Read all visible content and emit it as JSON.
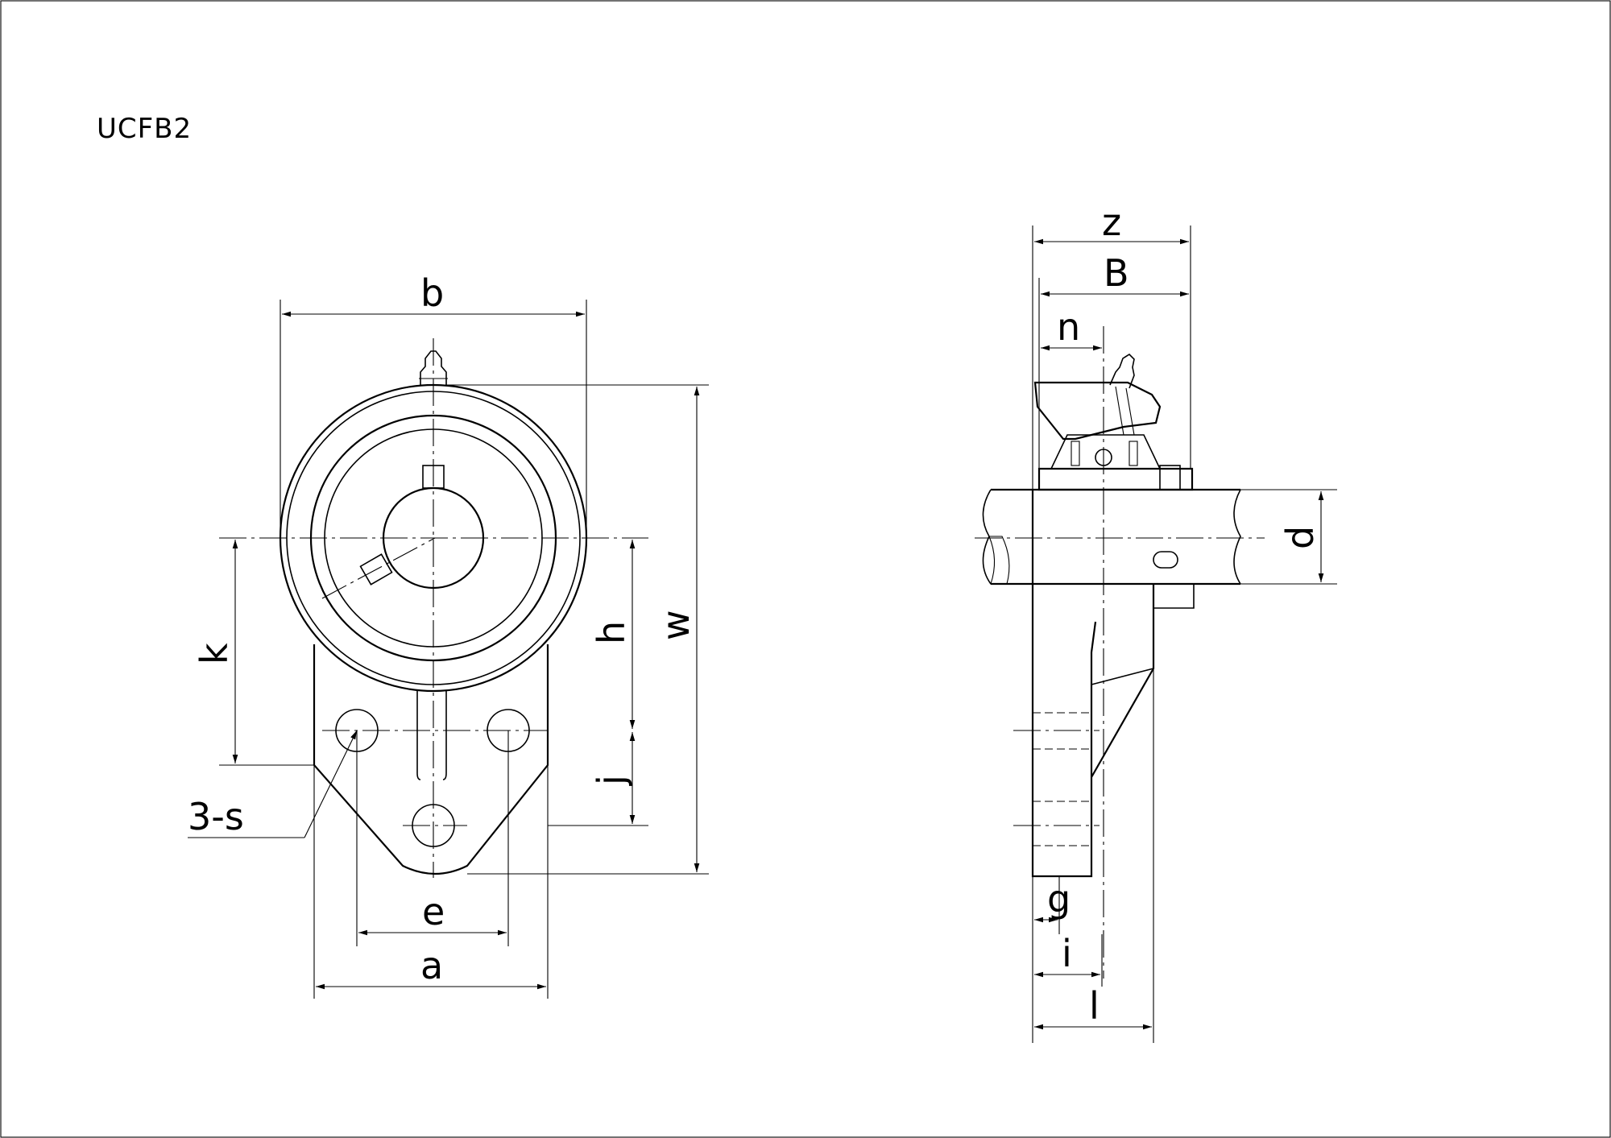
{
  "title": "UCFB2",
  "dimensions": {
    "a": "a",
    "b": "b",
    "e": "e",
    "h": "h",
    "j": "j",
    "k": "k",
    "w": "w",
    "s": "3-s",
    "z": "z",
    "B": "B",
    "n": "n",
    "d": "d",
    "g": "g",
    "i": "i",
    "l": "l"
  }
}
